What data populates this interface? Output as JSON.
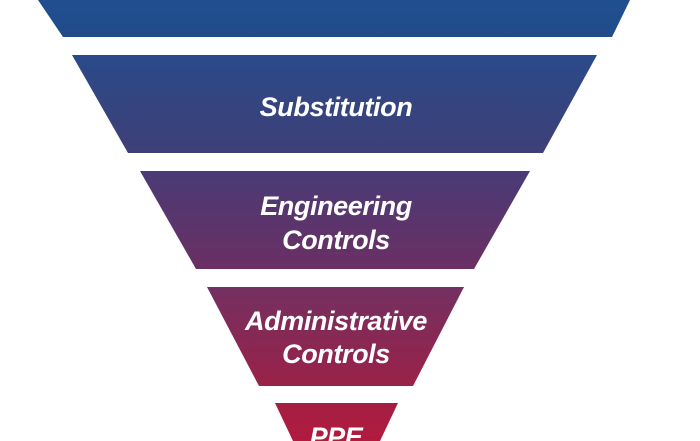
{
  "diagram": {
    "type": "inverted-pyramid",
    "tiers": [
      {
        "id": "elimination",
        "lines": [],
        "color_top": "#1f4f8f",
        "color_bottom": "#224b8a"
      },
      {
        "id": "substitution",
        "lines": [
          "Substitution"
        ],
        "color_top": "#2a4a8a",
        "color_bottom": "#3f3f76"
      },
      {
        "id": "engineering-controls",
        "lines": [
          "Engineering",
          "Controls"
        ],
        "color_top": "#4a3b76",
        "color_bottom": "#6a2f63"
      },
      {
        "id": "administrative-controls",
        "lines": [
          "Administrative",
          "Controls"
        ],
        "color_top": "#733061",
        "color_bottom": "#9a2148"
      },
      {
        "id": "ppe",
        "lines": [
          "PPE"
        ],
        "color_top": "#a41f44",
        "color_bottom": "#b21a3e"
      }
    ]
  }
}
